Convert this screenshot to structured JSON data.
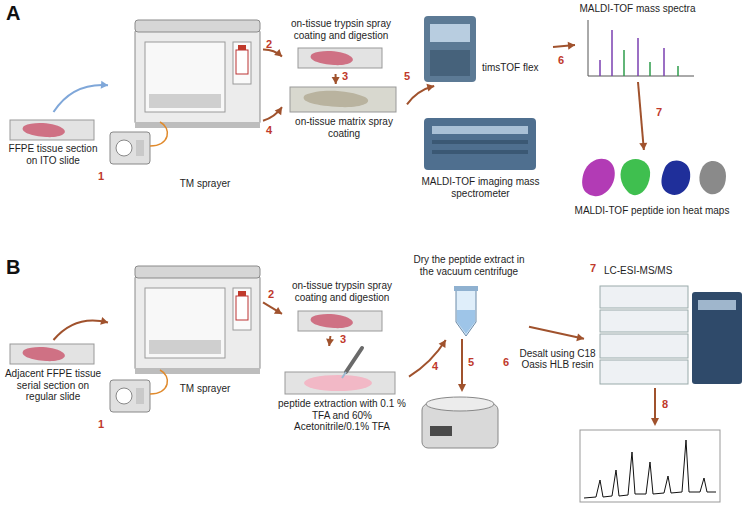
{
  "diagram": {
    "nodes": [
      {
        "text": [
          "FFPE tissue section on ITO slide"
        ]
      },
      {
        "text": [
          "TM sprayer"
        ]
      },
      {
        "text": [
          "on-tissue trypsin spray coating and digestion"
        ]
      },
      {
        "text": [
          "on-tissue matrix spray coating"
        ]
      },
      {
        "text": [
          "timsTOF flex"
        ]
      },
      {
        "text": [
          "MALDI-TOF imaging mass spectrometer"
        ]
      },
      {
        "text": [
          "MALDI-TOF mass spectra"
        ]
      },
      {
        "text": [
          "MALDI-TOF peptide ion heat maps"
        ]
      },
      {
        "text": [
          "Adjacent FFPE tissue serial section on regular slide"
        ]
      },
      {
        "text": [
          "TM sprayer"
        ]
      },
      {
        "text": [
          "on-tissue trypsin spray coating and digestion"
        ]
      },
      {
        "text": [
          "peptide extraction with 0.1 % TFA and 60% Acetonitrile/0.1% TFA"
        ]
      },
      {
        "text": [
          "Dry the peptide extract in the vacuum centrifuge"
        ]
      },
      {
        "text": [
          "LC-ESI-MS/MS"
        ]
      }
    ],
    "edges": [
      {
        "from": 0,
        "to": 1,
        "arrow": "to"
      },
      {
        "from": 1,
        "to": 2,
        "arrow": "to"
      },
      {
        "from": 2,
        "to": 3,
        "arrow": "to"
      },
      {
        "from": 1,
        "to": 3,
        "arrow": "to"
      },
      {
        "from": 3,
        "to": 4,
        "arrow": "to"
      },
      {
        "from": 4,
        "to": 6,
        "arrow": "to"
      },
      {
        "from": 6,
        "to": 7,
        "arrow": "to"
      },
      {
        "from": 8,
        "to": 9,
        "arrow": "to"
      },
      {
        "from": 9,
        "to": 10,
        "arrow": "to"
      },
      {
        "from": 10,
        "to": 11,
        "arrow": "to"
      },
      {
        "from": 11,
        "to": 12,
        "arrow": "to"
      },
      {
        "from": 12,
        "to": 13,
        "arrow": "to",
        "label": "Desalt using C18 Oasis HLB resin"
      }
    ],
    "labels": [
      "A",
      "1",
      "2",
      "3",
      "4",
      "5",
      "6",
      "7",
      "B",
      "1",
      "2",
      "3",
      "4",
      "5",
      "6",
      "7",
      "8"
    ]
  }
}
